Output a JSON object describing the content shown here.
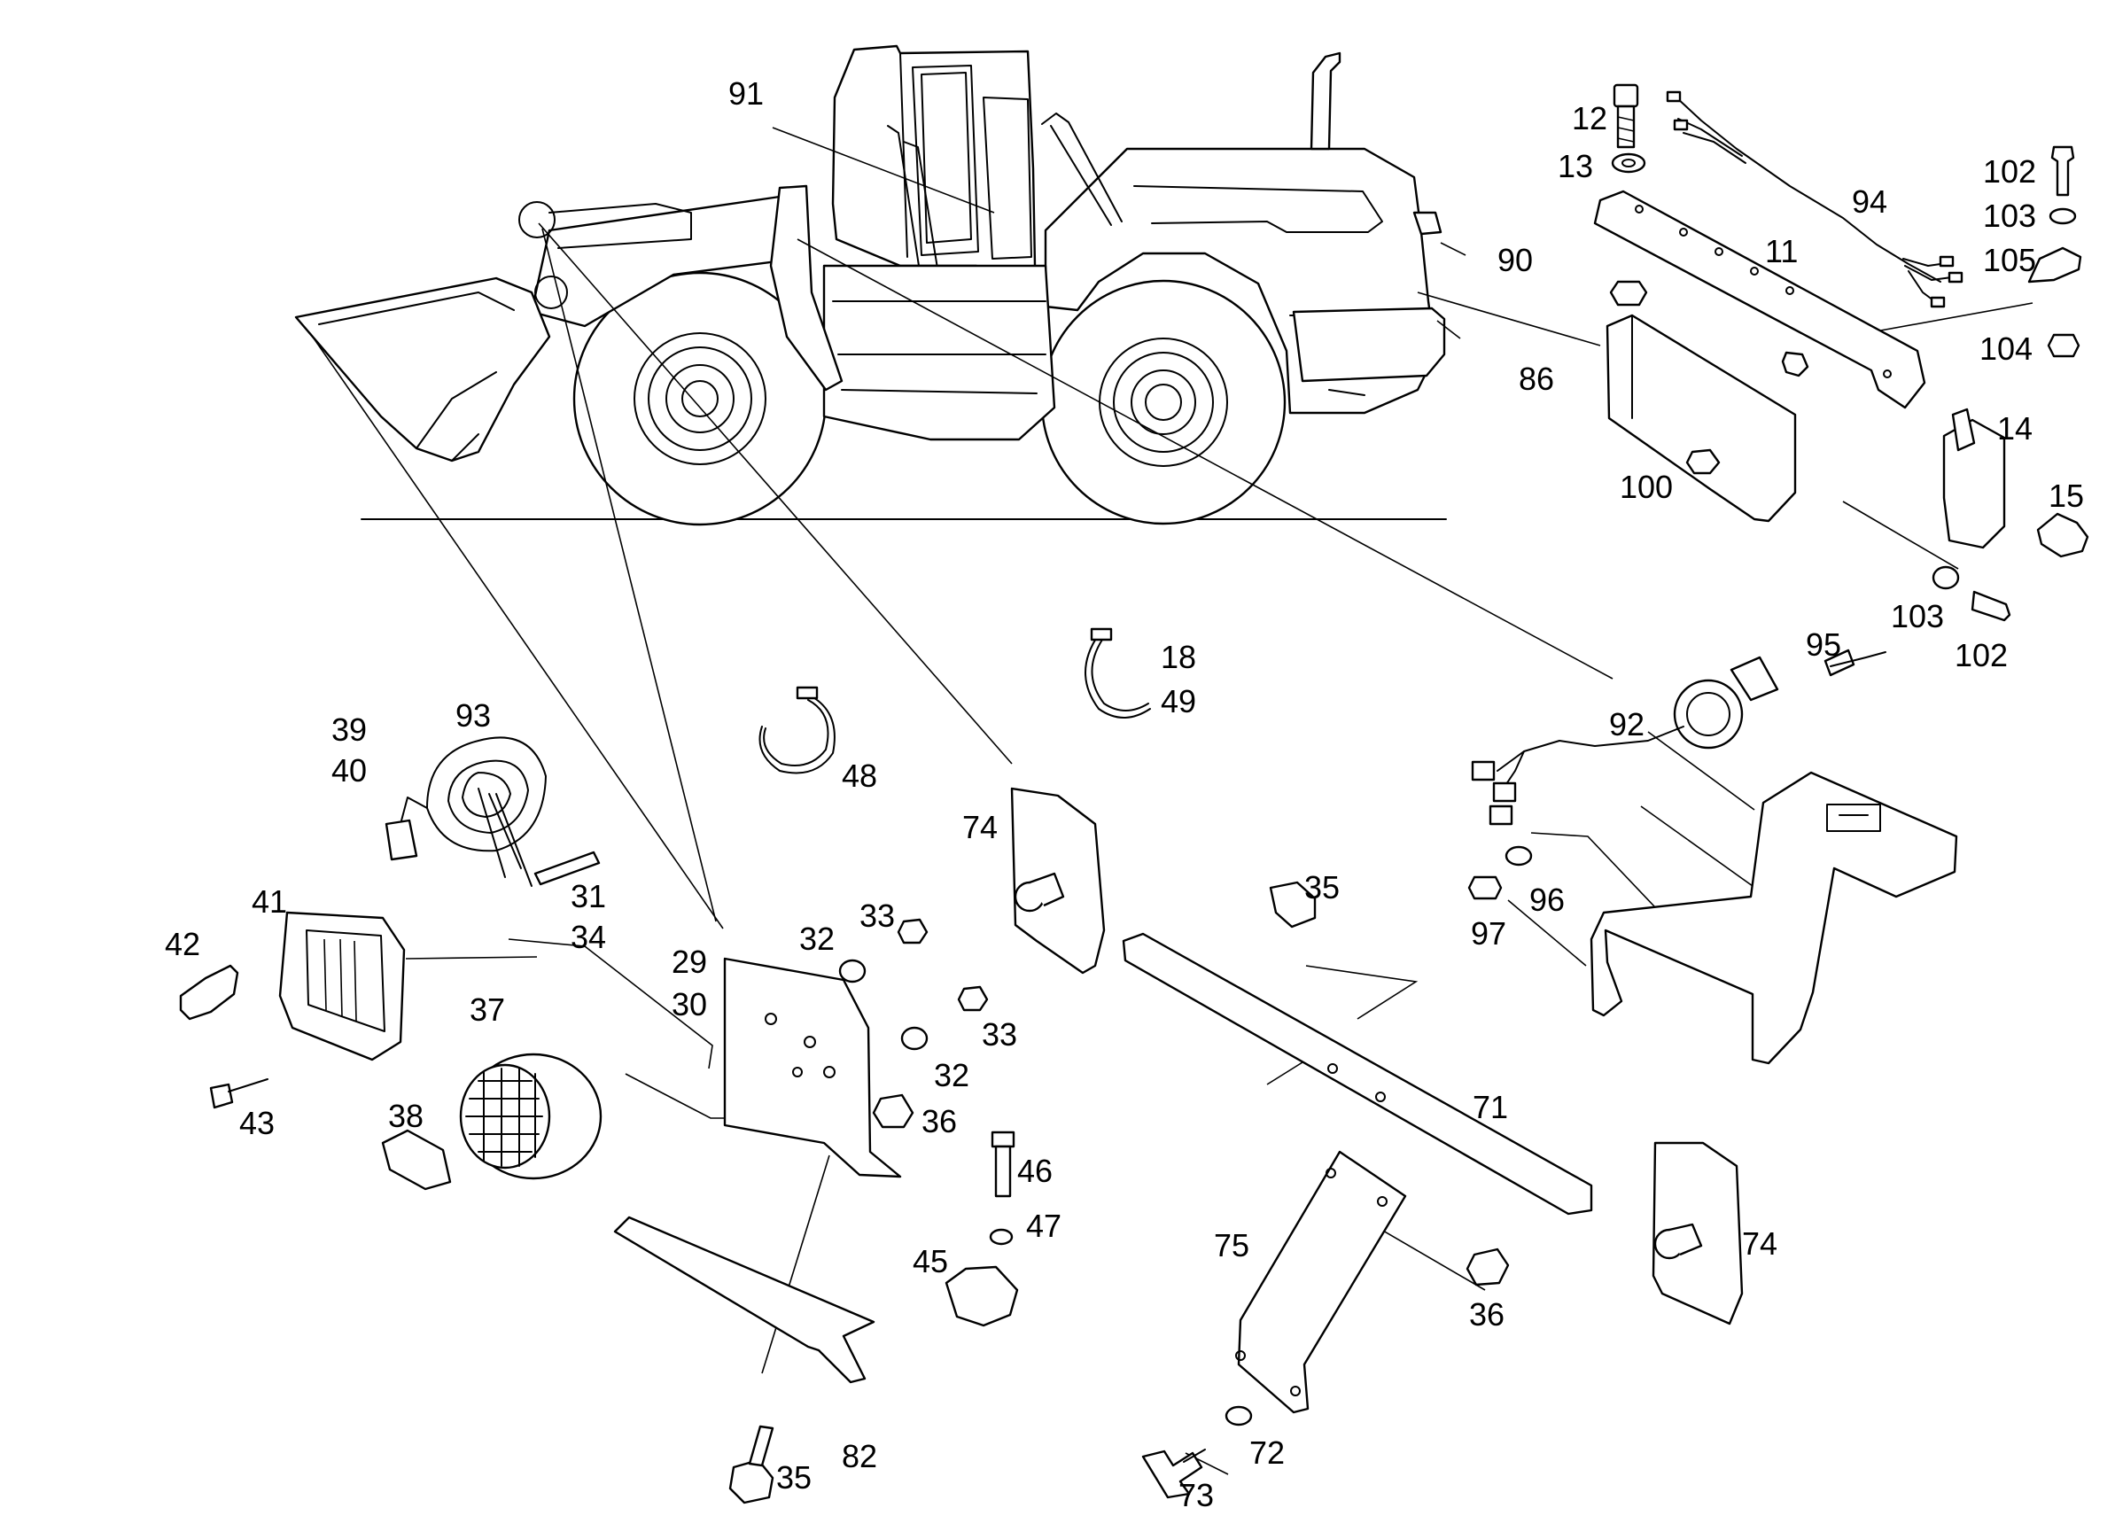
{
  "callouts": [
    {
      "id": "c91",
      "label": "91"
    },
    {
      "id": "c12",
      "label": "12"
    },
    {
      "id": "c13",
      "label": "13"
    },
    {
      "id": "c94",
      "label": "94"
    },
    {
      "id": "c102a",
      "label": "102"
    },
    {
      "id": "c103a",
      "label": "103"
    },
    {
      "id": "c105",
      "label": "105"
    },
    {
      "id": "c11",
      "label": "11"
    },
    {
      "id": "c90",
      "label": "90"
    },
    {
      "id": "c104",
      "label": "104"
    },
    {
      "id": "c86",
      "label": "86"
    },
    {
      "id": "c14",
      "label": "14"
    },
    {
      "id": "c15",
      "label": "15"
    },
    {
      "id": "c100",
      "label": "100"
    },
    {
      "id": "c103b",
      "label": "103"
    },
    {
      "id": "c102b",
      "label": "102"
    },
    {
      "id": "c18",
      "label": "18"
    },
    {
      "id": "c49",
      "label": "49"
    },
    {
      "id": "c95",
      "label": "95"
    },
    {
      "id": "c93",
      "label": "93"
    },
    {
      "id": "c39",
      "label": "39"
    },
    {
      "id": "c40",
      "label": "40"
    },
    {
      "id": "c92",
      "label": "92"
    },
    {
      "id": "c48",
      "label": "48"
    },
    {
      "id": "c74a",
      "label": "74"
    },
    {
      "id": "c35a",
      "label": "35"
    },
    {
      "id": "c96",
      "label": "96"
    },
    {
      "id": "c97",
      "label": "97"
    },
    {
      "id": "c41",
      "label": "41"
    },
    {
      "id": "c31",
      "label": "31"
    },
    {
      "id": "c34",
      "label": "34"
    },
    {
      "id": "c33a",
      "label": "33"
    },
    {
      "id": "c42",
      "label": "42"
    },
    {
      "id": "c32a",
      "label": "32"
    },
    {
      "id": "c29",
      "label": "29"
    },
    {
      "id": "c30",
      "label": "30"
    },
    {
      "id": "c37",
      "label": "37"
    },
    {
      "id": "c33b",
      "label": "33"
    },
    {
      "id": "c32b",
      "label": "32"
    },
    {
      "id": "c71",
      "label": "71"
    },
    {
      "id": "c43",
      "label": "43"
    },
    {
      "id": "c38",
      "label": "38"
    },
    {
      "id": "c36a",
      "label": "36"
    },
    {
      "id": "c46",
      "label": "46"
    },
    {
      "id": "c47",
      "label": "47"
    },
    {
      "id": "c45",
      "label": "45"
    },
    {
      "id": "c75",
      "label": "75"
    },
    {
      "id": "c74b",
      "label": "74"
    },
    {
      "id": "c36b",
      "label": "36"
    },
    {
      "id": "c82",
      "label": "82"
    },
    {
      "id": "c72",
      "label": "72"
    },
    {
      "id": "c35b",
      "label": "35"
    },
    {
      "id": "c73",
      "label": "73"
    }
  ]
}
